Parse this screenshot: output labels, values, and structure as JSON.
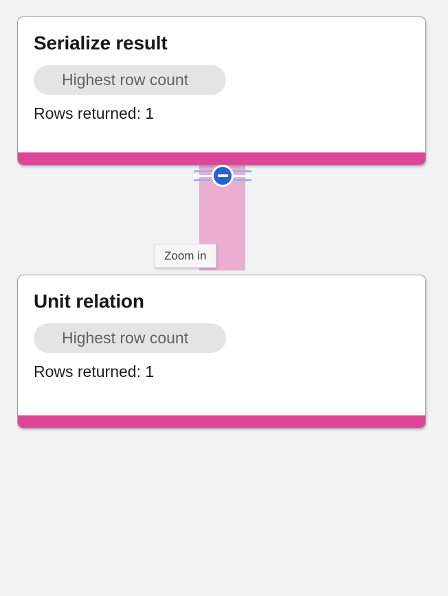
{
  "theme": {
    "background": "#f1f2f4",
    "card_background": "#ffffff",
    "card_border": "#9aa0a6",
    "accent_pink": "#de4596",
    "connector_pink": "#eaaed1",
    "pill_background": "#e4e4e4",
    "pill_text": "#5f6368",
    "zoom_button_blue": "#2563d0",
    "zoom_rail_blue": "#9ab4e8"
  },
  "graph": {
    "nodes": [
      {
        "id": "serialize-result",
        "title": "Serialize result",
        "badge": "Highest row count",
        "stat": "Rows returned: 1"
      },
      {
        "id": "unit-relation",
        "title": "Unit relation",
        "badge": "Highest row count",
        "stat": "Rows returned: 1"
      }
    ],
    "edge": {
      "from": "serialize-result",
      "to": "unit-relation"
    }
  },
  "zoom_control": {
    "icon": "minus-circle-icon",
    "tooltip": "Zoom in"
  }
}
